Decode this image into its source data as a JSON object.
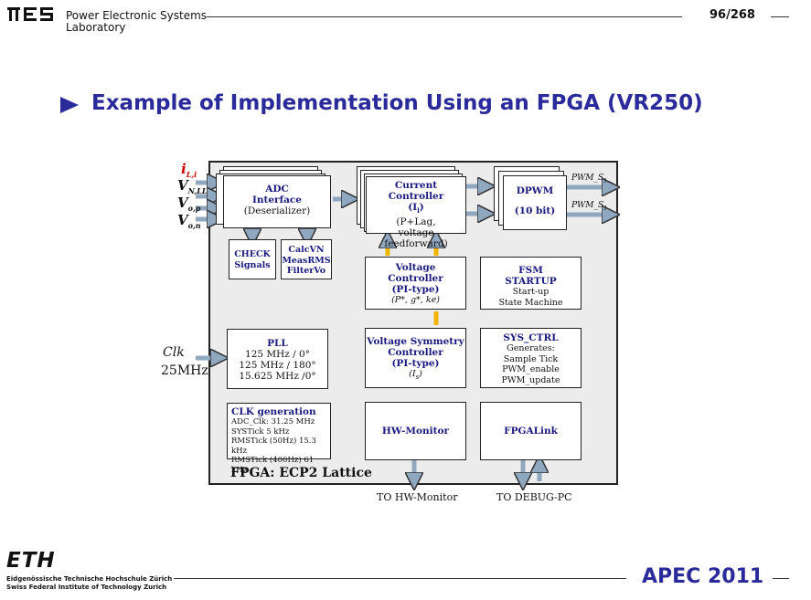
{
  "header": {
    "lab_line1": "Power Electronic Systems",
    "lab_line2": "Laboratory",
    "page": "96/268"
  },
  "title": "Example of Implementation Using an FPGA (VR250)",
  "diagram": {
    "inputs": {
      "i_sym": "i",
      "i_sub": "L,i",
      "vn_sym": "V",
      "vn_sub": "N,LL",
      "vop_sym": "V",
      "vop_sub": "o,p",
      "von_sym": "V",
      "von_sub": "o,n",
      "clk": "Clk",
      "clk_freq": "25MHz"
    },
    "adc": {
      "title1": "ADC",
      "title2": "Interface",
      "sub": "(Deserializer)"
    },
    "check": {
      "l1": "CHECK",
      "l2": "Signals"
    },
    "calc": {
      "l1": "CalcVN",
      "l2": "MeasRMS",
      "l3": "FilterVo"
    },
    "current": {
      "l1": "Current",
      "l2": "Controller",
      "l3": "(I",
      "l3sub": "l",
      "l3end": ")",
      "l4": "(P+Lag,",
      "l5": "voltage feedforward)"
    },
    "dpwm": {
      "l1": "DPWM",
      "l2": "(10 bit)"
    },
    "pwm_out1": "PWM_S",
    "pwm_out1_sub": "1...",
    "pwm_out2": "PWM_S",
    "pwm_out2_sub": "1",
    "voltage": {
      "l1": "Voltage",
      "l2": "Controller",
      "l3": "(PI-type)",
      "l4": "(P*, g*, ke)"
    },
    "fsm": {
      "l1": "FSM",
      "l2": "STARTUP",
      "l3": "Start-up",
      "l4": "State Machine"
    },
    "pll": {
      "l1": "PLL",
      "l2": "125 MHz / 0°",
      "l3": "125 MHz / 180°",
      "l4": "15.625 MHz /0°"
    },
    "vsym": {
      "l1": "Voltage Symmetry",
      "l2": "Controller",
      "l3": "(PI-type)",
      "l4": "(I",
      "l4sub": "s",
      "l4end": ")"
    },
    "sysctrl": {
      "l1": "SYS_CTRL",
      "l2": "Generates:",
      "l3": "Sample Tick",
      "l4": "PWM_enable",
      "l5": "PWM_update"
    },
    "clkgen": {
      "l1": "CLK generation",
      "l2": "ADC_Clk: 31.25 MHz",
      "l3": "SYSTick 5 kHz",
      "l4": "RMSTick (50Hz) 15.3 kHz",
      "l5": "RMSTick (400Hz) 61 kHz"
    },
    "hwmon": "HW-Monitor",
    "fpgalink": "FPGALink",
    "fpga_label": "FPGA: ECP2 Lattice",
    "to_hw": "TO HW-Monitor",
    "to_debug": "TO DEBUG-PC"
  },
  "footer": {
    "eth": "ETH",
    "eth_line1": "Eidgenössische Technische Hochschule Zürich",
    "eth_line2": "Swiss Federal Institute of Technology Zurich",
    "apec": "APEC 2011"
  }
}
